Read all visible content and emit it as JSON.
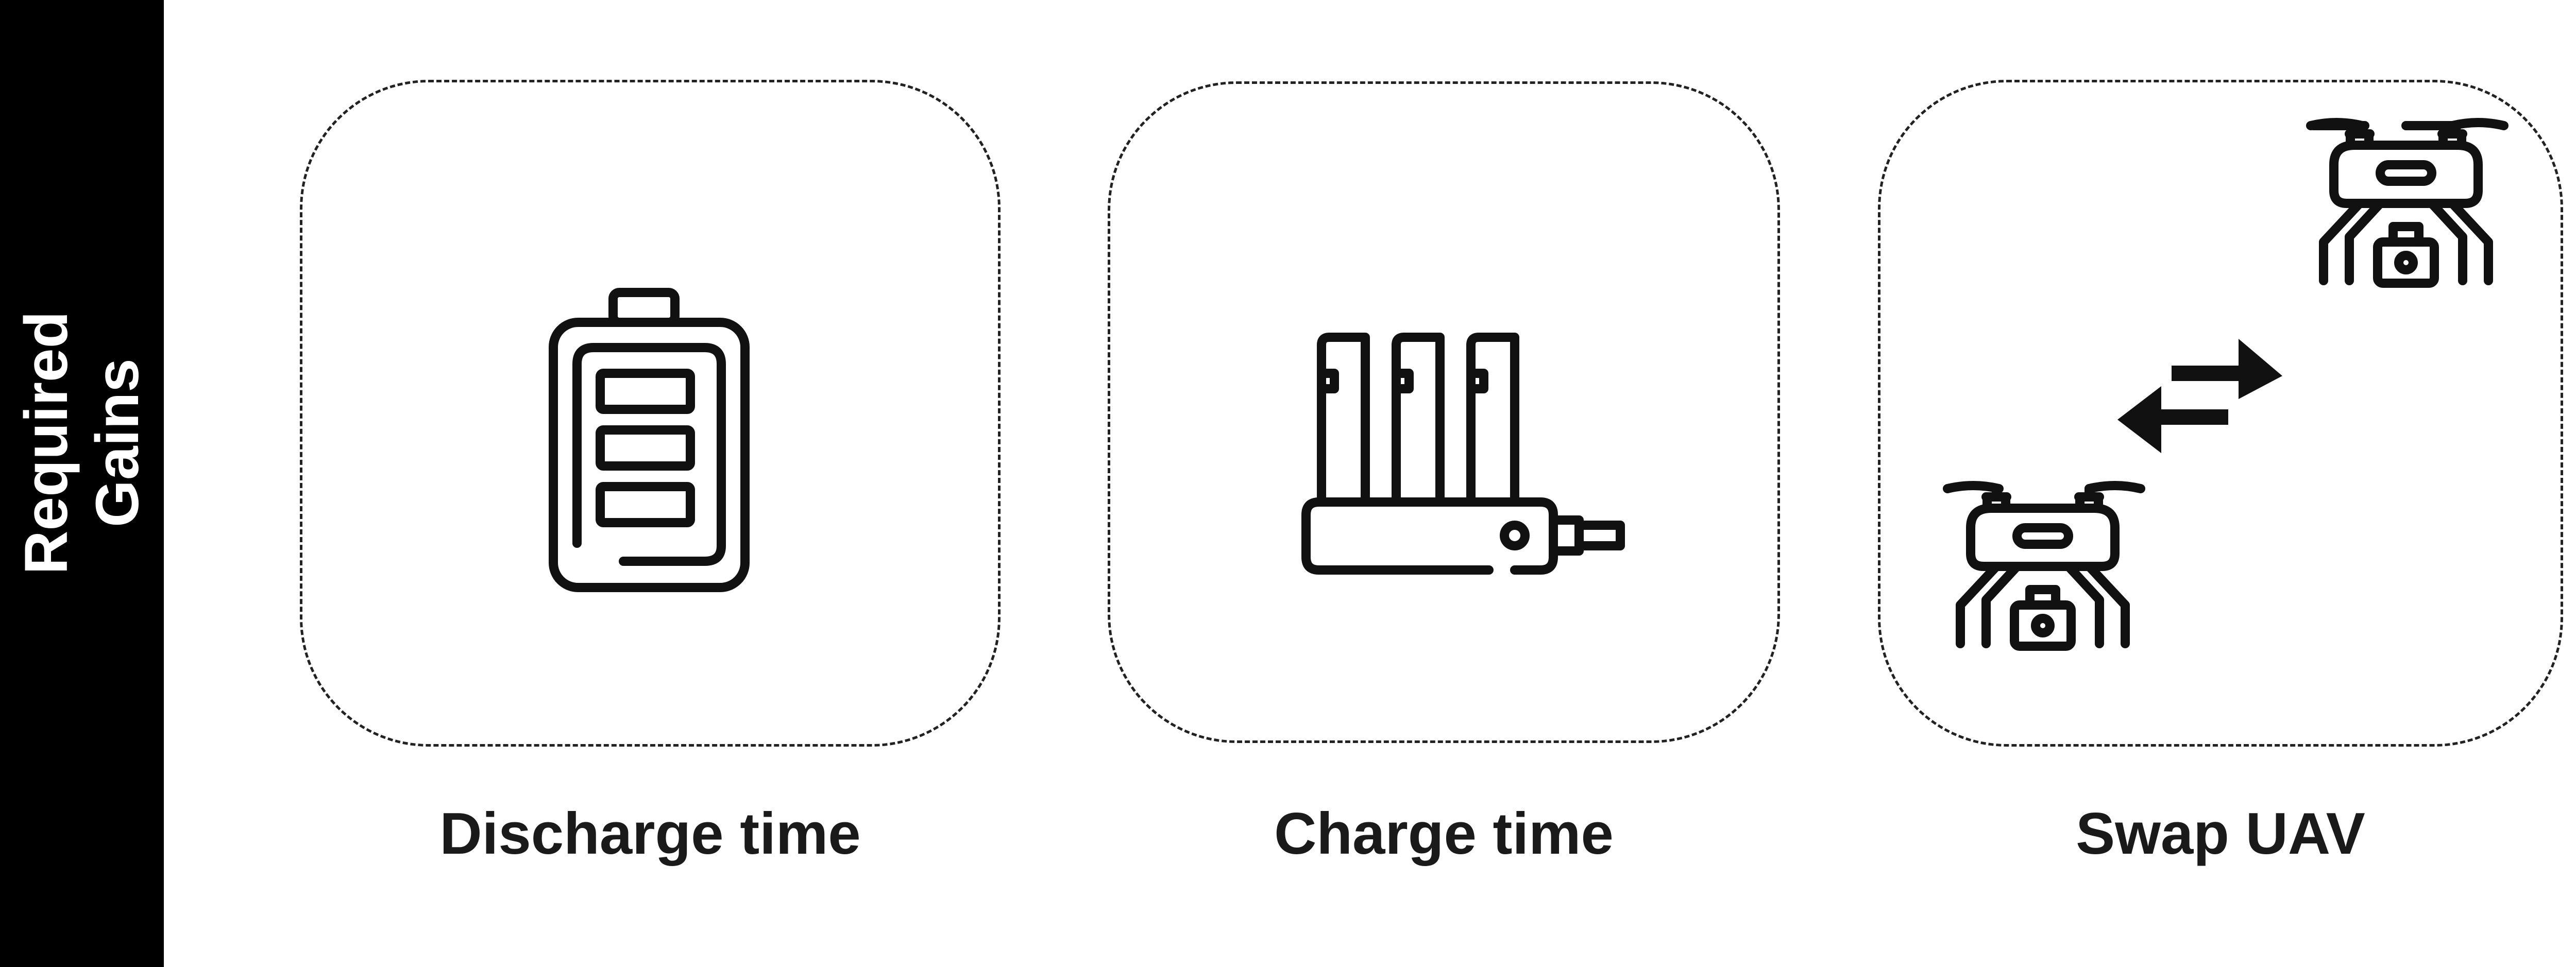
{
  "side": {
    "line1": "Required",
    "line2": "Gains"
  },
  "panels": [
    {
      "caption": "Discharge time",
      "icon": "battery-icon"
    },
    {
      "caption": "Charge time",
      "icon": "battery-charger-icon"
    },
    {
      "caption": "Swap UAV",
      "icon": "drone-swap-icon"
    }
  ],
  "colors": {
    "ink": "#111111",
    "sidebar": "#000000",
    "background": "#ffffff"
  }
}
